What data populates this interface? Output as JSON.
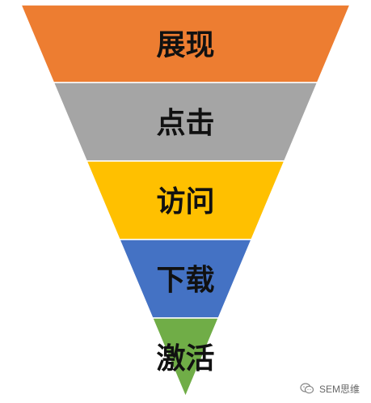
{
  "funnel": {
    "stages": [
      {
        "label": "展现",
        "color": "#ED7D31"
      },
      {
        "label": "点击",
        "color": "#A5A5A5"
      },
      {
        "label": "访问",
        "color": "#FFC000"
      },
      {
        "label": "下载",
        "color": "#4472C4"
      },
      {
        "label": "激活",
        "color": "#70AD47"
      }
    ]
  },
  "watermark": {
    "text": "SEM思维"
  }
}
